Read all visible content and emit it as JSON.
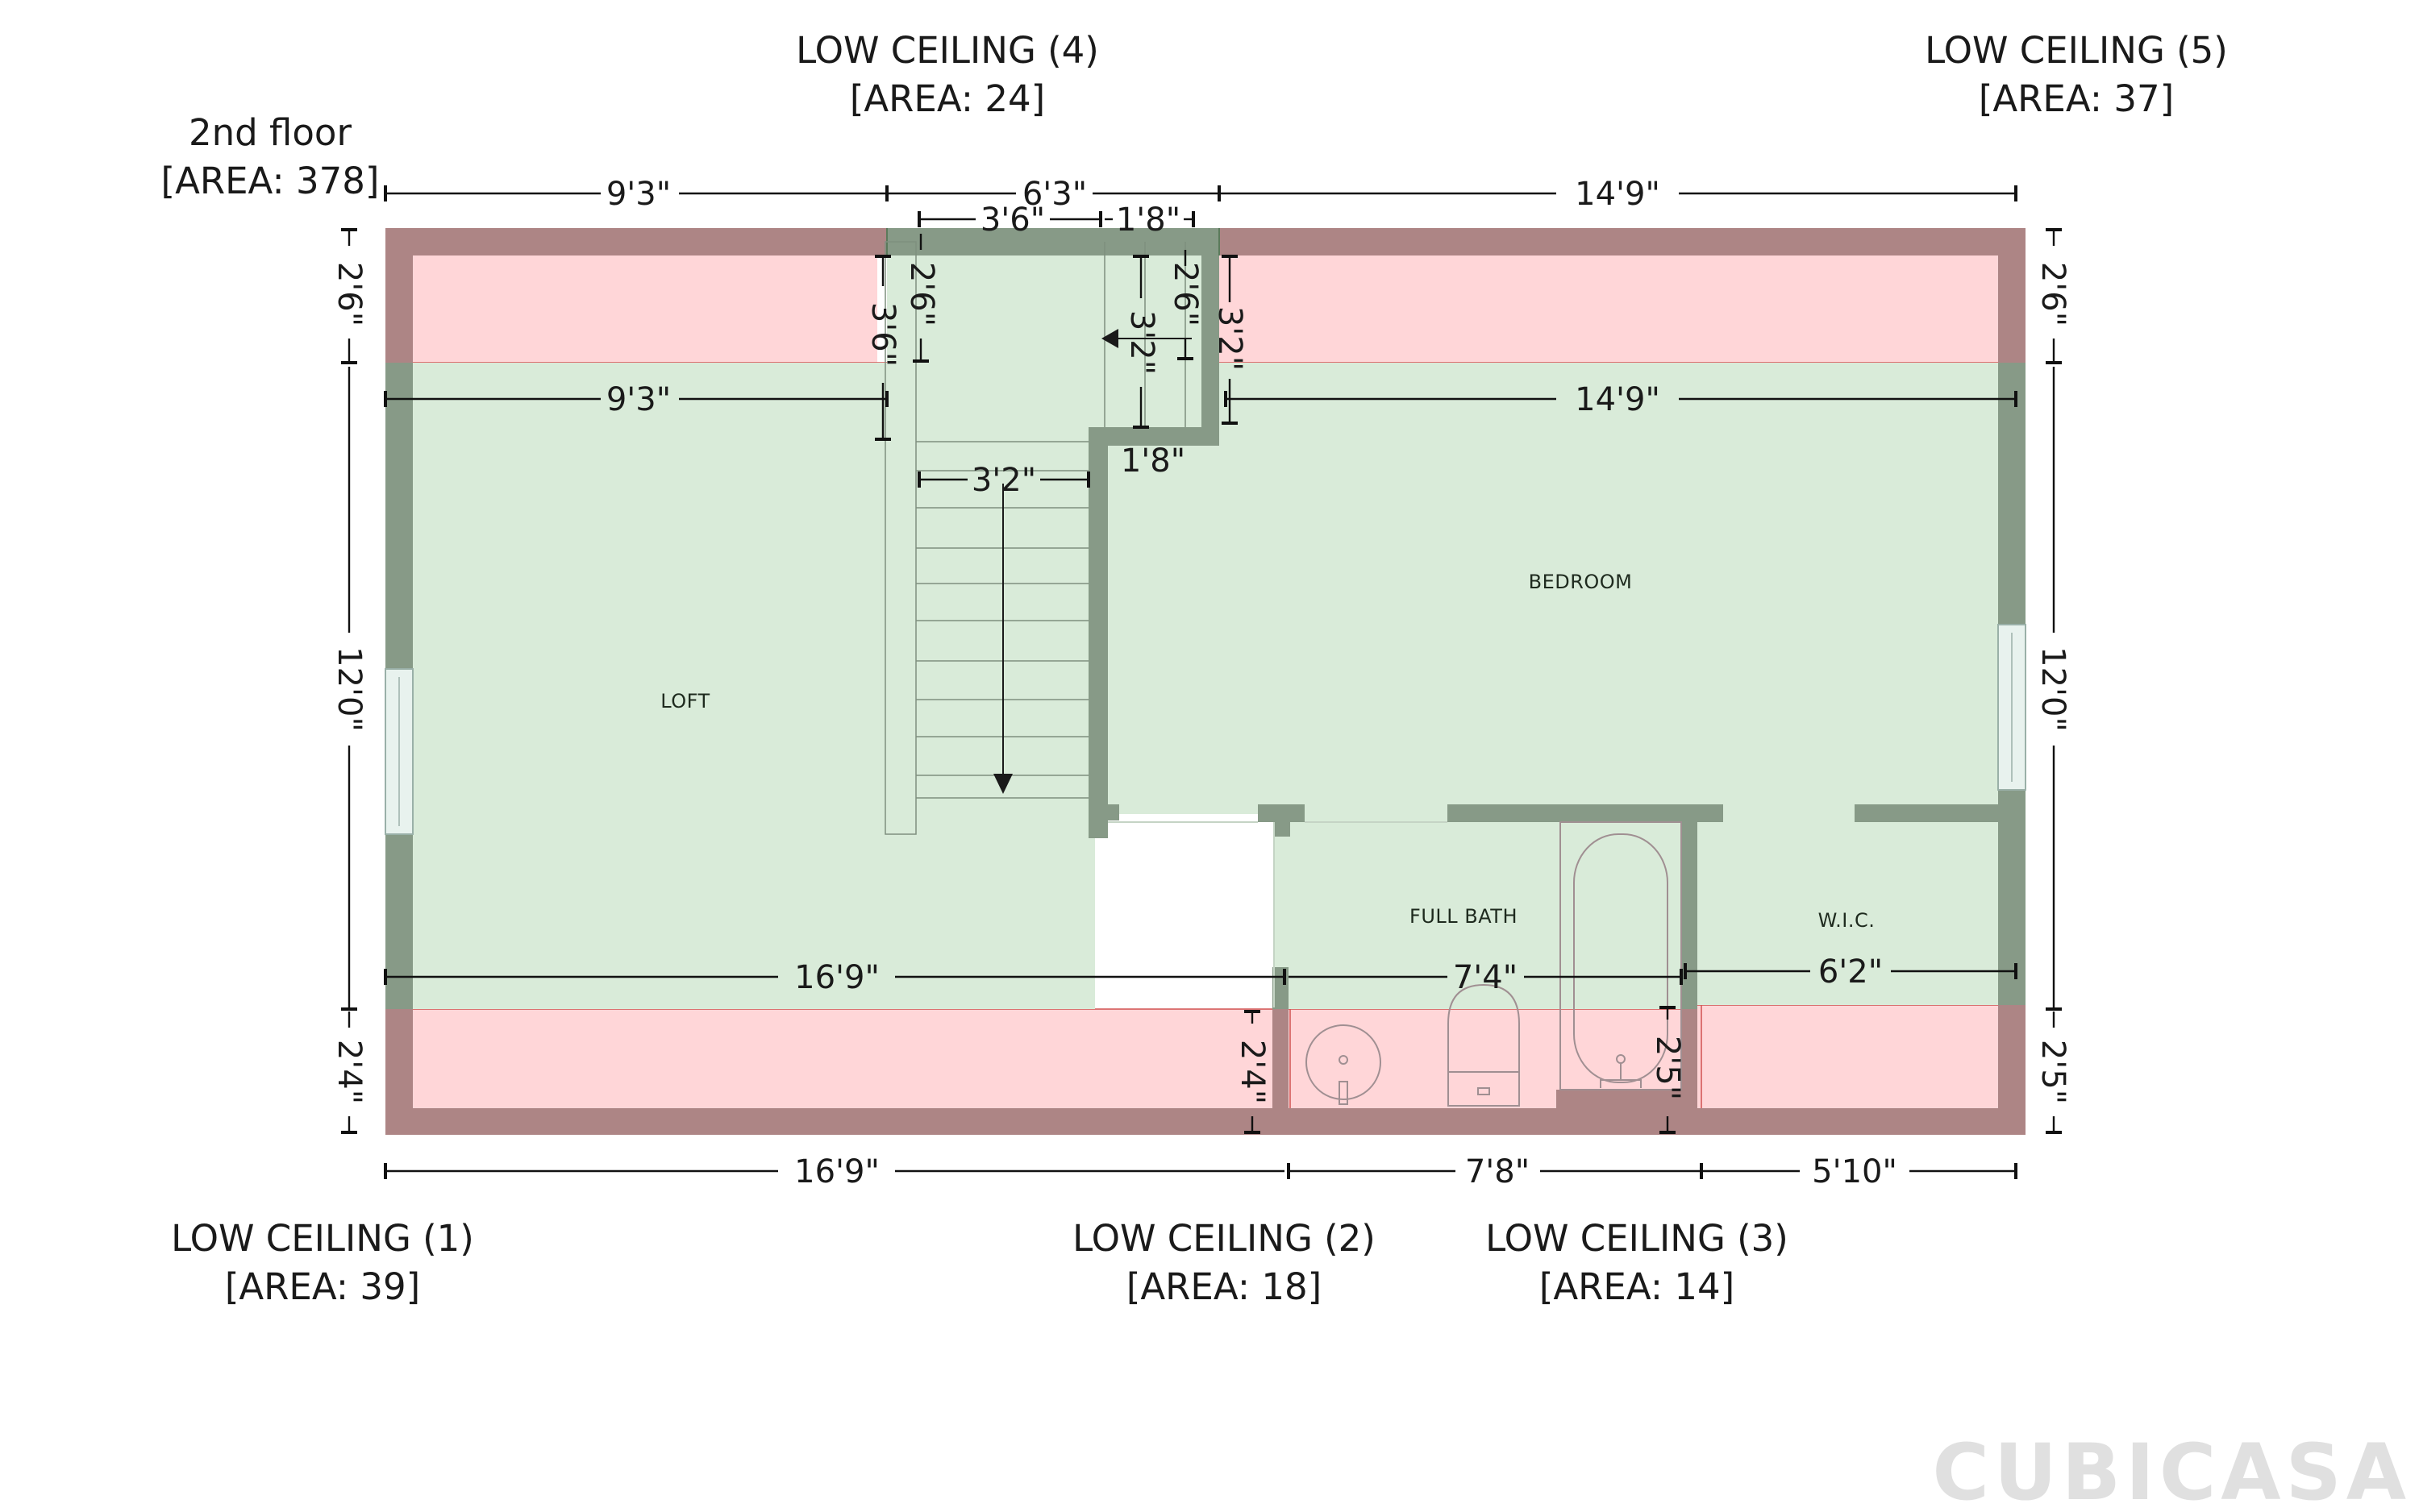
{
  "floor": {
    "name": "2nd floor",
    "area": "[AREA: 378]"
  },
  "colors": {
    "room_fill": "#d9ebd9",
    "low_ceiling_fill": "#ffd6d8",
    "wall_full": "#879a87",
    "wall_low": "#ad8585",
    "watermark": "#e0e0e0"
  },
  "rooms": {
    "loft": "LOFT",
    "bedroom": "BEDROOM",
    "full_bath": "FULL BATH",
    "wic": "W.I.C."
  },
  "low_ceilings": [
    {
      "label": "LOW CEILING (1)",
      "area": "[AREA: 39]"
    },
    {
      "label": "LOW CEILING (2)",
      "area": "[AREA: 18]"
    },
    {
      "label": "LOW CEILING (3)",
      "area": "[AREA: 14]"
    },
    {
      "label": "LOW CEILING (4)",
      "area": "[AREA: 24]"
    },
    {
      "label": "LOW CEILING (5)",
      "area": "[AREA: 37]"
    }
  ],
  "dimensions": {
    "top_left": "9'3\"",
    "top_middle": "6'3\"",
    "top_right": "14'9\"",
    "stair_top_width": "3'6\"",
    "closet_top_width": "1'8\"",
    "closet_bottom_width": "1'8\"",
    "stair_width": "3'2\"",
    "loft_width": "9'3\"",
    "bedroom_width": "14'9\"",
    "stair_left_height": "3'6\"",
    "stair_low_height": "2'6\"",
    "closet_low_height": "2'6\"",
    "closet_height": "3'2\"",
    "closet_right_height": "3'2\"",
    "loft_bottom_width": "16'9\"",
    "bath_width": "7'4\"",
    "wic_width": "6'2\"",
    "bottom_left": "16'9\"",
    "bottom_middle": "7'8\"",
    "bottom_right": "5'10\"",
    "left_top": "2'6\"",
    "left_middle": "12'0\"",
    "left_bottom": "2'4\"",
    "right_top": "2'6\"",
    "right_middle": "12'0\"",
    "right_bottom": "2'5\"",
    "bath_low_left": "2'4\"",
    "bath_low_right": "2'5\""
  },
  "watermark": "CUBICASA"
}
